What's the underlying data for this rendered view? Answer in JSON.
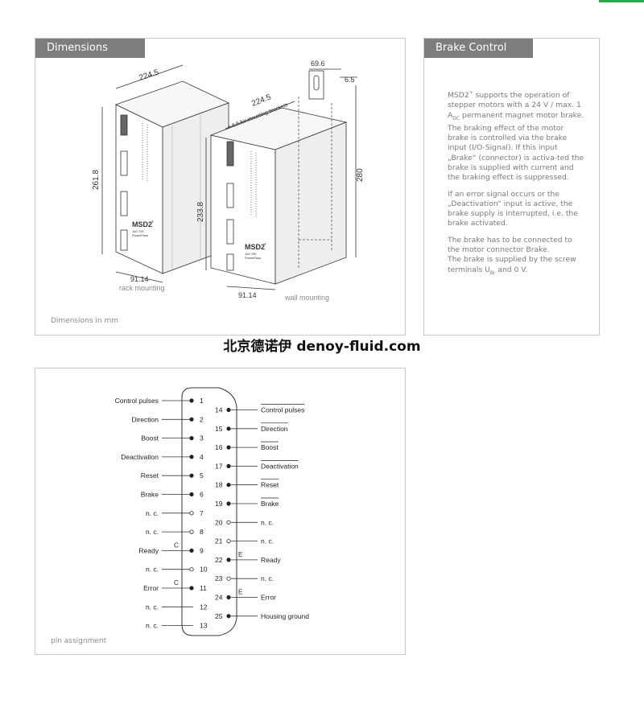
{
  "dimensions": {
    "title": "Dimensions",
    "rack": {
      "width": "224.5",
      "height": "261.8",
      "depth": "91.14",
      "label": "rack mounting",
      "brand": "MSD2",
      "brand_sup": "+",
      "sublabel1": "160 705",
      "sublabel2": "PowerPack"
    },
    "wall": {
      "width": "224.5",
      "bracket_note": "+ 6.5 for mounting brackets",
      "top_width": "69.6",
      "top_offset": "6.5",
      "height": "280",
      "front_height": "233.8",
      "depth": "91.14",
      "label": "wall mounting",
      "brand": "MSD2",
      "brand_sup": "+",
      "sublabel1": "160 705",
      "sublabel2": "PowerPack"
    },
    "footer": "Dimensions in mm"
  },
  "brake": {
    "title": "Brake Control",
    "p1_a": "MSD2",
    "p1_sup": "+",
    "p1_b": " supports the operation of stepper motors with a 24 V / max. 1 A",
    "p1_sub": "DC",
    "p1_c": " permanent magnet motor brake.",
    "p1_d": "The braking effect of the motor brake is controlled via the brake input (I/O-Signal). If this input „Brake“ (connector) is activa-ted the brake is supplied with current and the braking effect is suppressed.",
    "p2": "If an error signal occurs or the „Deactivation“ input is active, the brake supply is interrupted, i.e. the brake activated.",
    "p3_a": "The brake has to be connected to the motor connector Brake.",
    "p3_b": "The brake is supplied by the screw terminals U",
    "p3_sub": "Br",
    "p3_c": " and 0 V."
  },
  "watermark": "北京德诺伊 denoy-fluid.com",
  "pins": {
    "caption": "pin assignment",
    "left": [
      {
        "num": "1",
        "label": "Control pulses",
        "type": "filled",
        "mark": ""
      },
      {
        "num": "2",
        "label": "Direction",
        "type": "filled",
        "mark": ""
      },
      {
        "num": "3",
        "label": "Boost",
        "type": "filled",
        "mark": ""
      },
      {
        "num": "4",
        "label": "Deactivation",
        "type": "filled",
        "mark": ""
      },
      {
        "num": "5",
        "label": "Reset",
        "type": "filled",
        "mark": ""
      },
      {
        "num": "6",
        "label": "Brake",
        "type": "filled",
        "mark": ""
      },
      {
        "num": "7",
        "label": "n. c.",
        "type": "open",
        "mark": ""
      },
      {
        "num": "8",
        "label": "n. c.",
        "type": "open",
        "mark": ""
      },
      {
        "num": "9",
        "label": "Ready",
        "type": "filled",
        "mark": "C"
      },
      {
        "num": "10",
        "label": "n. c.",
        "type": "open",
        "mark": ""
      },
      {
        "num": "11",
        "label": "Error",
        "type": "filled",
        "mark": "C"
      },
      {
        "num": "12",
        "label": "n. c.",
        "type": "none",
        "mark": ""
      },
      {
        "num": "13",
        "label": "n. c.",
        "type": "none",
        "mark": ""
      }
    ],
    "right": [
      {
        "num": "14",
        "label": "Control pulses",
        "type": "filled",
        "mark": "",
        "overline": true
      },
      {
        "num": "15",
        "label": "Direction",
        "type": "filled",
        "mark": "",
        "overline": true
      },
      {
        "num": "16",
        "label": "Boost",
        "type": "filled",
        "mark": "",
        "overline": true
      },
      {
        "num": "17",
        "label": "Deactivation",
        "type": "filled",
        "mark": "",
        "overline": true
      },
      {
        "num": "18",
        "label": "Reset",
        "type": "filled",
        "mark": "",
        "overline": true
      },
      {
        "num": "19",
        "label": "Brake",
        "type": "filled",
        "mark": "",
        "overline": true
      },
      {
        "num": "20",
        "label": "n. c.",
        "type": "open",
        "mark": "",
        "overline": false
      },
      {
        "num": "21",
        "label": "n. c.",
        "type": "open",
        "mark": "",
        "overline": false
      },
      {
        "num": "22",
        "label": "Ready",
        "type": "filled",
        "mark": "E",
        "overline": false
      },
      {
        "num": "23",
        "label": "n. c.",
        "type": "open",
        "mark": "",
        "overline": false
      },
      {
        "num": "24",
        "label": "Error",
        "type": "filled",
        "mark": "E",
        "overline": false
      },
      {
        "num": "25",
        "label": "Housing ground",
        "type": "filled",
        "mark": "",
        "overline": false
      }
    ]
  }
}
